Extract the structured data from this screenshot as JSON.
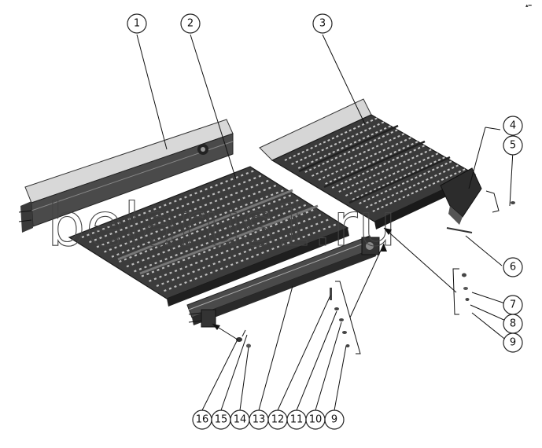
{
  "diagram": {
    "watermark": "belarus1.ru",
    "corner_mark": "▴━",
    "callouts": [
      {
        "id": "c1",
        "label": "1"
      },
      {
        "id": "c2",
        "label": "2"
      },
      {
        "id": "c3",
        "label": "3"
      },
      {
        "id": "c4",
        "label": "4"
      },
      {
        "id": "c5",
        "label": "5"
      },
      {
        "id": "c6",
        "label": "6"
      },
      {
        "id": "c7",
        "label": "7"
      },
      {
        "id": "c8",
        "label": "8"
      },
      {
        "id": "c9a",
        "label": "9"
      },
      {
        "id": "c16",
        "label": "16"
      },
      {
        "id": "c15",
        "label": "15"
      },
      {
        "id": "c14",
        "label": "14"
      },
      {
        "id": "c13",
        "label": "13"
      },
      {
        "id": "c12",
        "label": "12"
      },
      {
        "id": "c11",
        "label": "11"
      },
      {
        "id": "c10",
        "label": "10"
      },
      {
        "id": "c9b",
        "label": "9"
      }
    ]
  }
}
